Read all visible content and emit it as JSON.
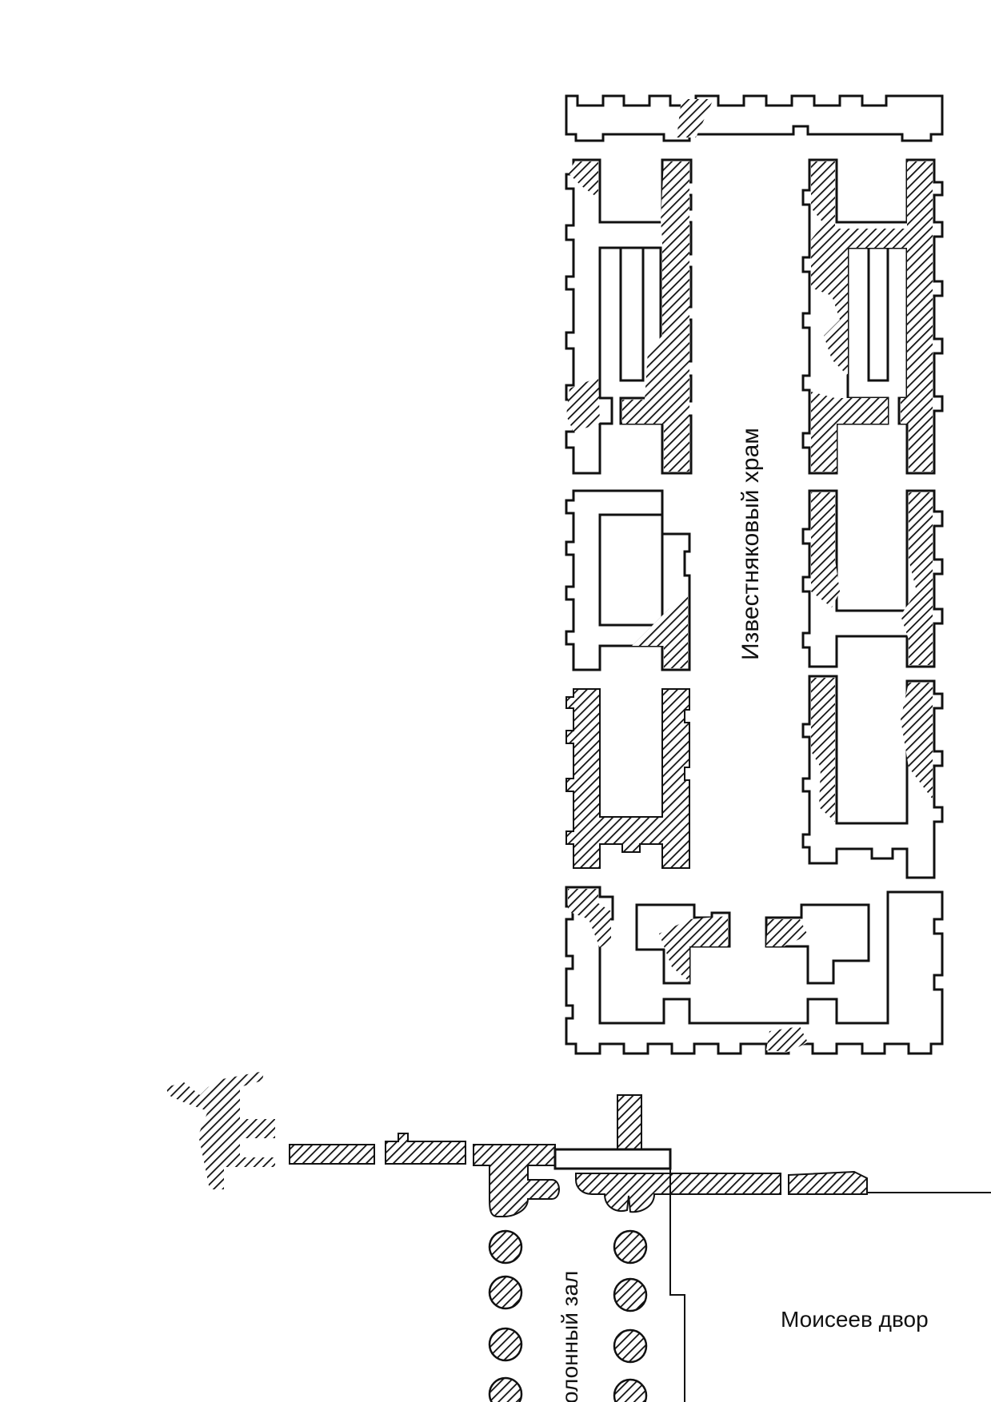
{
  "map": {
    "labels": {
      "temple": "Известняковый храм",
      "hall": "олонный зал",
      "court": "Моисеев двор"
    },
    "colors": {
      "ink": "#111111",
      "paper": "#ffffff"
    }
  }
}
